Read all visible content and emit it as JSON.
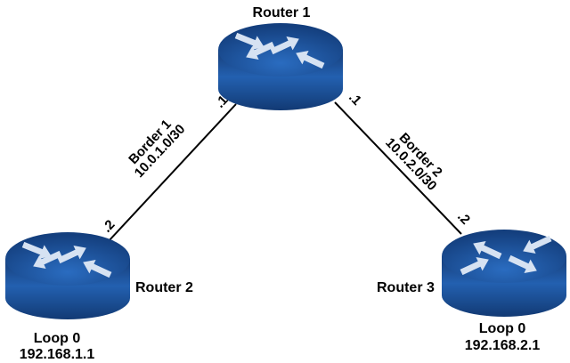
{
  "routers": [
    {
      "id": "router-1",
      "name": "Router 1"
    },
    {
      "id": "router-2",
      "name": "Router 2",
      "loopback_label": "Loop 0",
      "loopback_ip": "192.168.1.1"
    },
    {
      "id": "router-3",
      "name": "Router 3",
      "loopback_label": "Loop 0",
      "loopback_ip": "192.168.2.1"
    }
  ],
  "links": [
    {
      "id": "border-1",
      "name": "Border 1",
      "subnet": "10.0.1.0/30",
      "end_a": ".1",
      "end_b": ".2"
    },
    {
      "id": "border-2",
      "name": "Border 2",
      "subnet": "10.0.2.0/30",
      "end_a": ".1",
      "end_b": ".2"
    }
  ],
  "colors": {
    "router_top": "#1f5fae",
    "router_side": "#1a4f98",
    "arrow": "#d6e2f2",
    "line": "#000000"
  }
}
